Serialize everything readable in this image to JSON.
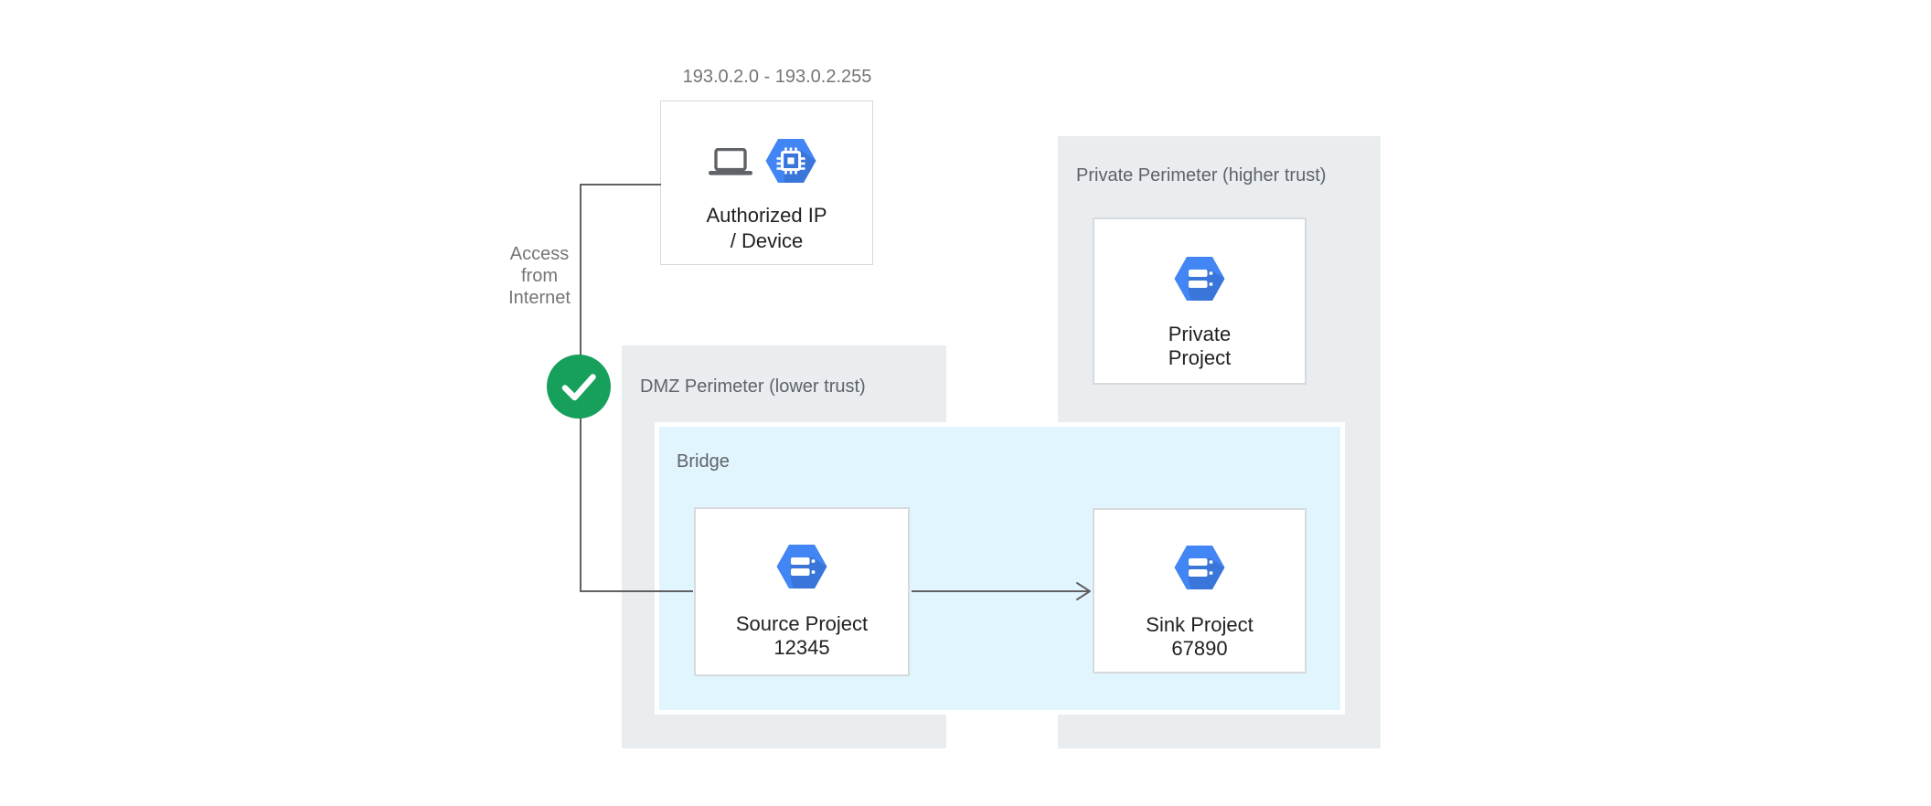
{
  "colors": {
    "canvas-bg": "#ffffff",
    "perimeter-fill": "#e9edf0",
    "bridge-fill": "#e1f5fe",
    "bridge-border": "#ffffff",
    "node-bg": "#ffffff",
    "node-border": "#d7dadd",
    "line": "#616161",
    "icon-gray": "#5f6368",
    "hexagon-blue": "#4285f4",
    "check-green": "#17a05c",
    "text-dark": "#212121",
    "text-gray": "#757575",
    "label-gray": "#5f6368"
  },
  "authorized": {
    "ip_range": "193.0.2.0 - 193.0.2.255",
    "title_line1": "Authorized IP",
    "title_line2": "/ Device"
  },
  "access_label_lines": [
    "Access",
    "from",
    "Internet"
  ],
  "dmz_perimeter": {
    "label": "DMZ Perimeter (lower trust)"
  },
  "bridge": {
    "label": "Bridge"
  },
  "private_perimeter": {
    "label": "Private Perimeter (higher trust)"
  },
  "projects": [
    {
      "name_line1": "Source Project",
      "name_line2": "12345"
    },
    {
      "name_line1": "Sink Project",
      "name_line2": "67890"
    },
    {
      "name_line1": "Private",
      "name_line2": "Project"
    }
  ],
  "icons": {
    "laptop": "laptop-icon",
    "compute_engine": "compute-engine-icon",
    "cloud_project": "cloud-project-hexagon-icon",
    "check": "checkmark-icon",
    "arrow": "arrow-right-connector"
  }
}
